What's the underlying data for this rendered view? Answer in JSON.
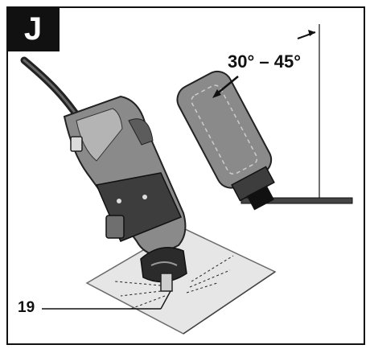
{
  "figure": {
    "label": "J",
    "angle_text": "30° – 45°",
    "callout": "19",
    "colors": {
      "ink": "#111111",
      "tool_body": "#8a8a8a",
      "tool_dark": "#3d3d3d",
      "plate": "#e6e6e6"
    }
  }
}
